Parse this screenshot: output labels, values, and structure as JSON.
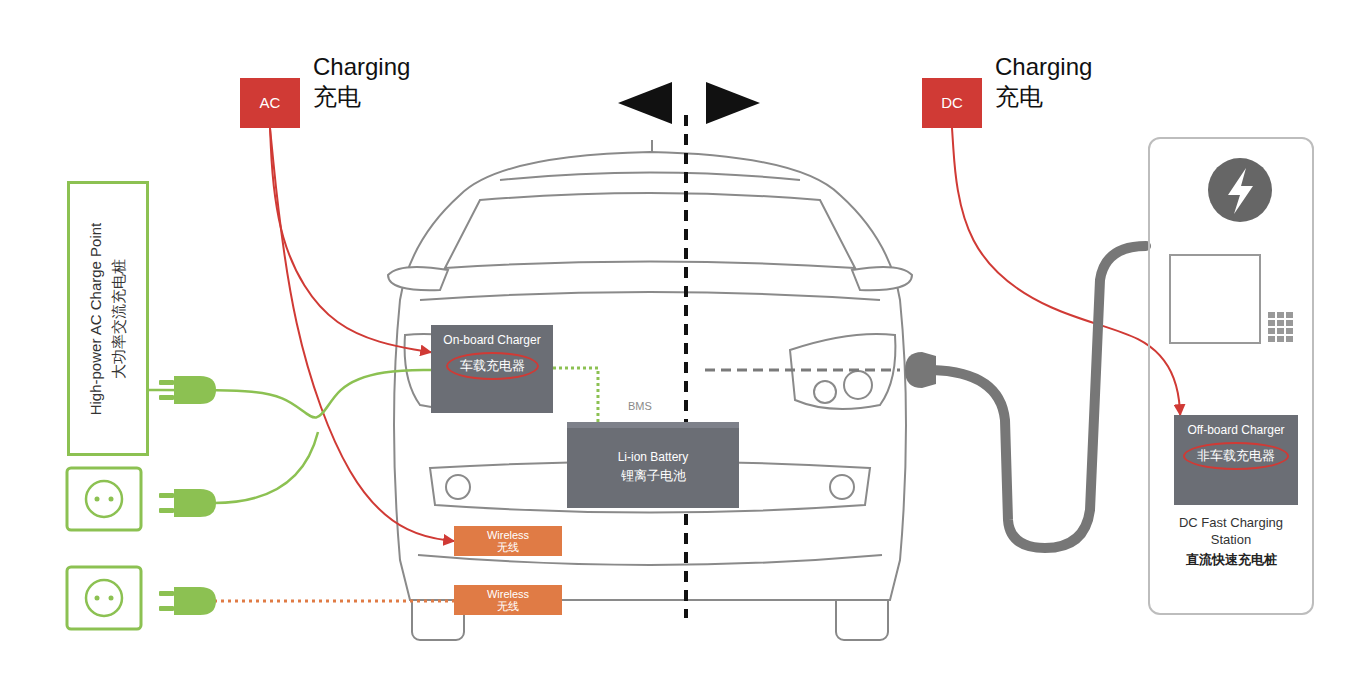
{
  "diagram": {
    "nodes": [
      {
        "text": [
          "AC",
          "Charging 充电"
        ]
      },
      {
        "text": [
          "DC",
          "Charging 充电"
        ]
      },
      {
        "text": [
          "High-power AC Charge Point",
          "大功率交流充电桩"
        ]
      },
      {
        "text": [
          "On-board Charger",
          "车载充电器"
        ]
      },
      {
        "text": [
          "Li-ion Battery",
          "锂离子电池"
        ]
      },
      {
        "text": [
          "Wireless",
          "无线"
        ]
      },
      {
        "text": [
          "Wireless",
          "无线"
        ]
      },
      {
        "text": [
          "DC Fast Charging Station",
          "直流快速充电桩"
        ]
      },
      {
        "text": [
          "Off-board Charger",
          "非车载充电器"
        ],
        "in": 7
      }
    ],
    "edges": [
      {
        "from": 0,
        "to": 3,
        "arrow": "to"
      },
      {
        "from": 0,
        "to": 5,
        "arrow": "to"
      },
      {
        "from": 1,
        "to": 8,
        "arrow": "to"
      },
      {
        "from": 2,
        "to": 3,
        "arrow": "none"
      },
      {
        "from": 3,
        "to": 4,
        "arrow": "none"
      }
    ],
    "labels": [
      "BMS"
    ]
  }
}
